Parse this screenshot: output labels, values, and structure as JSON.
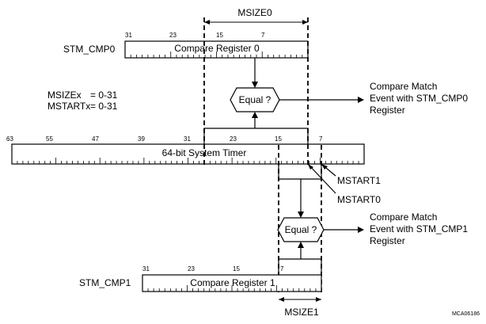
{
  "labels": {
    "msize0": "MSIZE0",
    "msize1": "MSIZE1",
    "stm_cmp0": "STM_CMP0",
    "stm_cmp1": "STM_CMP1",
    "compare_register0": "Compare Register 0",
    "compare_register1": "Compare Register 1",
    "system_timer": "64-bit System Timer",
    "equal0": "Equal ?",
    "equal1": "Equal ?",
    "msizex": "MSIZEx",
    "msizex_value": "= 0-31",
    "mstartx": "MSTARTx",
    "mstartx_value": "= 0-31",
    "event0_line1": "Compare Match",
    "event0_line2": "Event with STM_CMP0",
    "event0_line3": "Register",
    "event1_line1": "Compare Match",
    "event1_line2": "Event with STM_CMP1",
    "event1_line3": "Register",
    "mstart1": "MSTART1",
    "mstart0": "MSTART0",
    "figure_id": "MCA06186"
  },
  "cmp0_bits": [
    "31",
    "23",
    "15",
    "7"
  ],
  "cmp1_bits": [
    "31",
    "23",
    "15",
    "7"
  ],
  "timer_bits": [
    "63",
    "55",
    "47",
    "39",
    "31",
    "23",
    "15",
    "7"
  ]
}
